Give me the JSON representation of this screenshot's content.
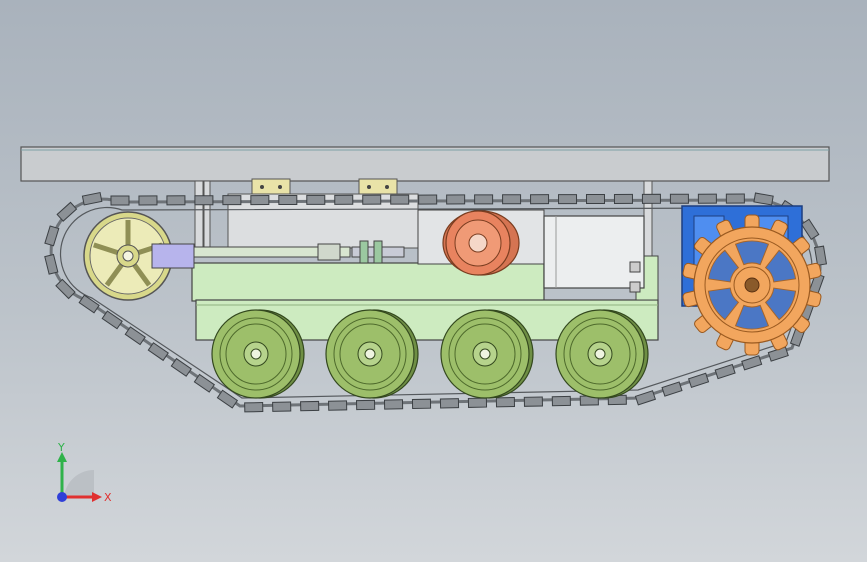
{
  "viewport": {
    "background_top": "#a9b2bc",
    "background_bottom": "#d2d6da"
  },
  "colors": {
    "track": "#6e7378",
    "track_link": "#8c9196",
    "wheel": "#9dbf6a",
    "wheel_dark": "#6f8f45",
    "body_green": "#cdebc0",
    "sprocket": "#f2a65e",
    "pulley": "#e8835f",
    "idler": "#d8d88a",
    "motor_blue": "#2e6fd8",
    "rod_lavender": "#b7b4ec",
    "plate": "#c9cccf",
    "bracket_yellow": "#e9e3a8",
    "axis_x": "#e03030",
    "axis_y": "#2fb24a",
    "axis_z": "#2f3fd8"
  },
  "components": {
    "top_plate": "top-plate",
    "idler_wheel": "idler-wheel",
    "drive_sprocket": "drive-sprocket",
    "road_wheels": [
      "road-wheel-1",
      "road-wheel-2",
      "road-wheel-3",
      "road-wheel-4"
    ],
    "tension_rod": "tension-rod",
    "pulley": "pulley",
    "motor": "motor",
    "gearbox": "gearbox"
  },
  "triad": {
    "x_label": "X",
    "y_label": "Y"
  }
}
